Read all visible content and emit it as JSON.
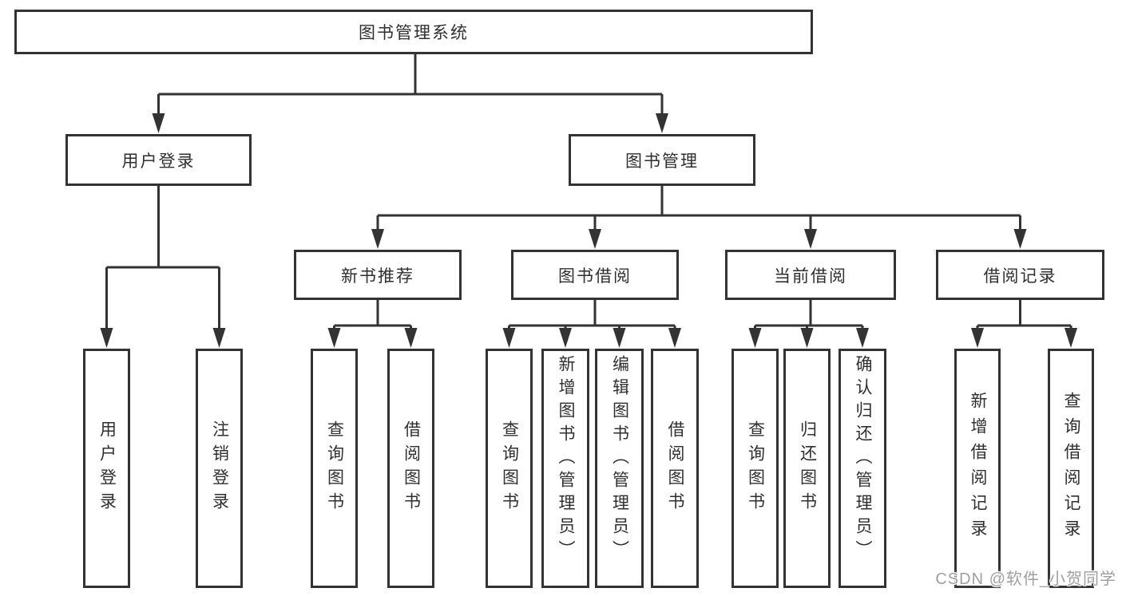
{
  "tree": {
    "root": {
      "label": "图书管理系统",
      "children": [
        {
          "label": "用户登录",
          "children": [
            {
              "label": "用户登录"
            },
            {
              "label": "注销登录"
            }
          ]
        },
        {
          "label": "图书管理",
          "children": [
            {
              "label": "新书推荐",
              "children": [
                {
                  "label": "查询图书"
                },
                {
                  "label": "借阅图书"
                }
              ]
            },
            {
              "label": "图书借阅",
              "children": [
                {
                  "label": "查询图书"
                },
                {
                  "label": "新增图书（管理员）"
                },
                {
                  "label": "编辑图书（管理员）"
                },
                {
                  "label": "借阅图书"
                }
              ]
            },
            {
              "label": "当前借阅",
              "children": [
                {
                  "label": "查询图书"
                },
                {
                  "label": "归还图书"
                },
                {
                  "label": "确认归还（管理员）"
                }
              ]
            },
            {
              "label": "借阅记录",
              "children": [
                {
                  "label": "新增借阅记录"
                },
                {
                  "label": "查询借阅记录"
                }
              ]
            }
          ]
        }
      ]
    }
  },
  "watermark": {
    "text": "CSDN @软件_小贺同学"
  },
  "colors": {
    "line": "#333333",
    "text": "#2f2f2f",
    "watermark": "#9f9f9f",
    "background": "#ffffff"
  }
}
